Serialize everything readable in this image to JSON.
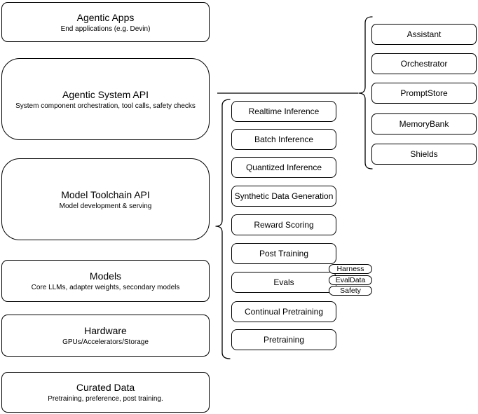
{
  "diagram": {
    "colors": {
      "stroke": "#000000",
      "node_bg": "#ffffff",
      "canvas_bg": "#ffffff",
      "text": "#000000"
    },
    "left_column": [
      {
        "title": "Agentic Apps",
        "subtitle": "End applications (e.g. Devin)"
      },
      {
        "title": "Agentic System API",
        "subtitle": "System component orchestration, tool calls, safety checks"
      },
      {
        "title": "Model Toolchain API",
        "subtitle": "Model development & serving"
      },
      {
        "title": "Models",
        "subtitle": "Core LLMs, adapter weights, secondary models"
      },
      {
        "title": "Hardware",
        "subtitle": "GPUs/Accelerators/Storage"
      },
      {
        "title": "Curated Data",
        "subtitle": "Pretraining, preference, post training."
      }
    ],
    "toolchain_services": [
      "Realtime Inference",
      "Batch Inference",
      "Quantized Inference",
      "Synthetic Data Generation",
      "Reward Scoring",
      "Post Training",
      "Evals",
      "Continual Pretraining",
      "Pretraining"
    ],
    "eval_tags": [
      "Harness",
      "EvalData",
      "Safety"
    ],
    "system_components": [
      "Assistant",
      "Orchestrator",
      "PromptStore",
      "MemoryBank",
      "Shields"
    ]
  }
}
